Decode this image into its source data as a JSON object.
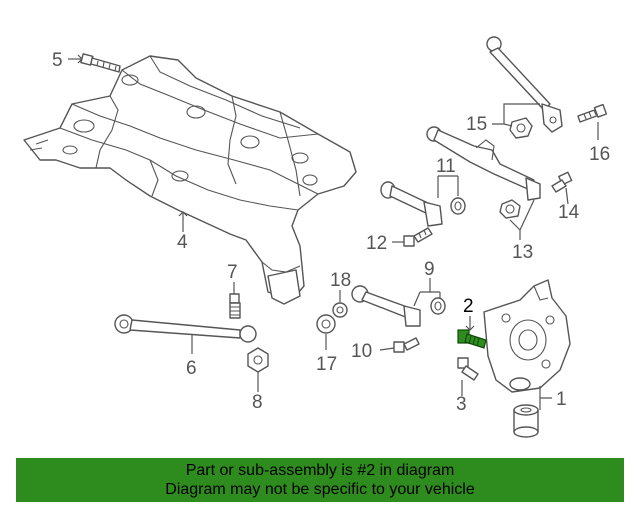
{
  "callouts": {
    "c1": "1",
    "c2": "2",
    "c3": "3",
    "c4": "4",
    "c5": "5",
    "c6": "6",
    "c7": "7",
    "c8": "8",
    "c9": "9",
    "c10": "10",
    "c11": "11",
    "c12": "12",
    "c13": "13",
    "c14": "14",
    "c15": "15",
    "c16": "16",
    "c17": "17",
    "c18": "18"
  },
  "highlight": {
    "part_number": "2",
    "color": "#2e8b1e"
  },
  "banner": {
    "line1": "Part or sub-assembly is #2 in diagram",
    "line2": "Diagram may not be specific to your vehicle",
    "background": "#2e8b1e"
  }
}
